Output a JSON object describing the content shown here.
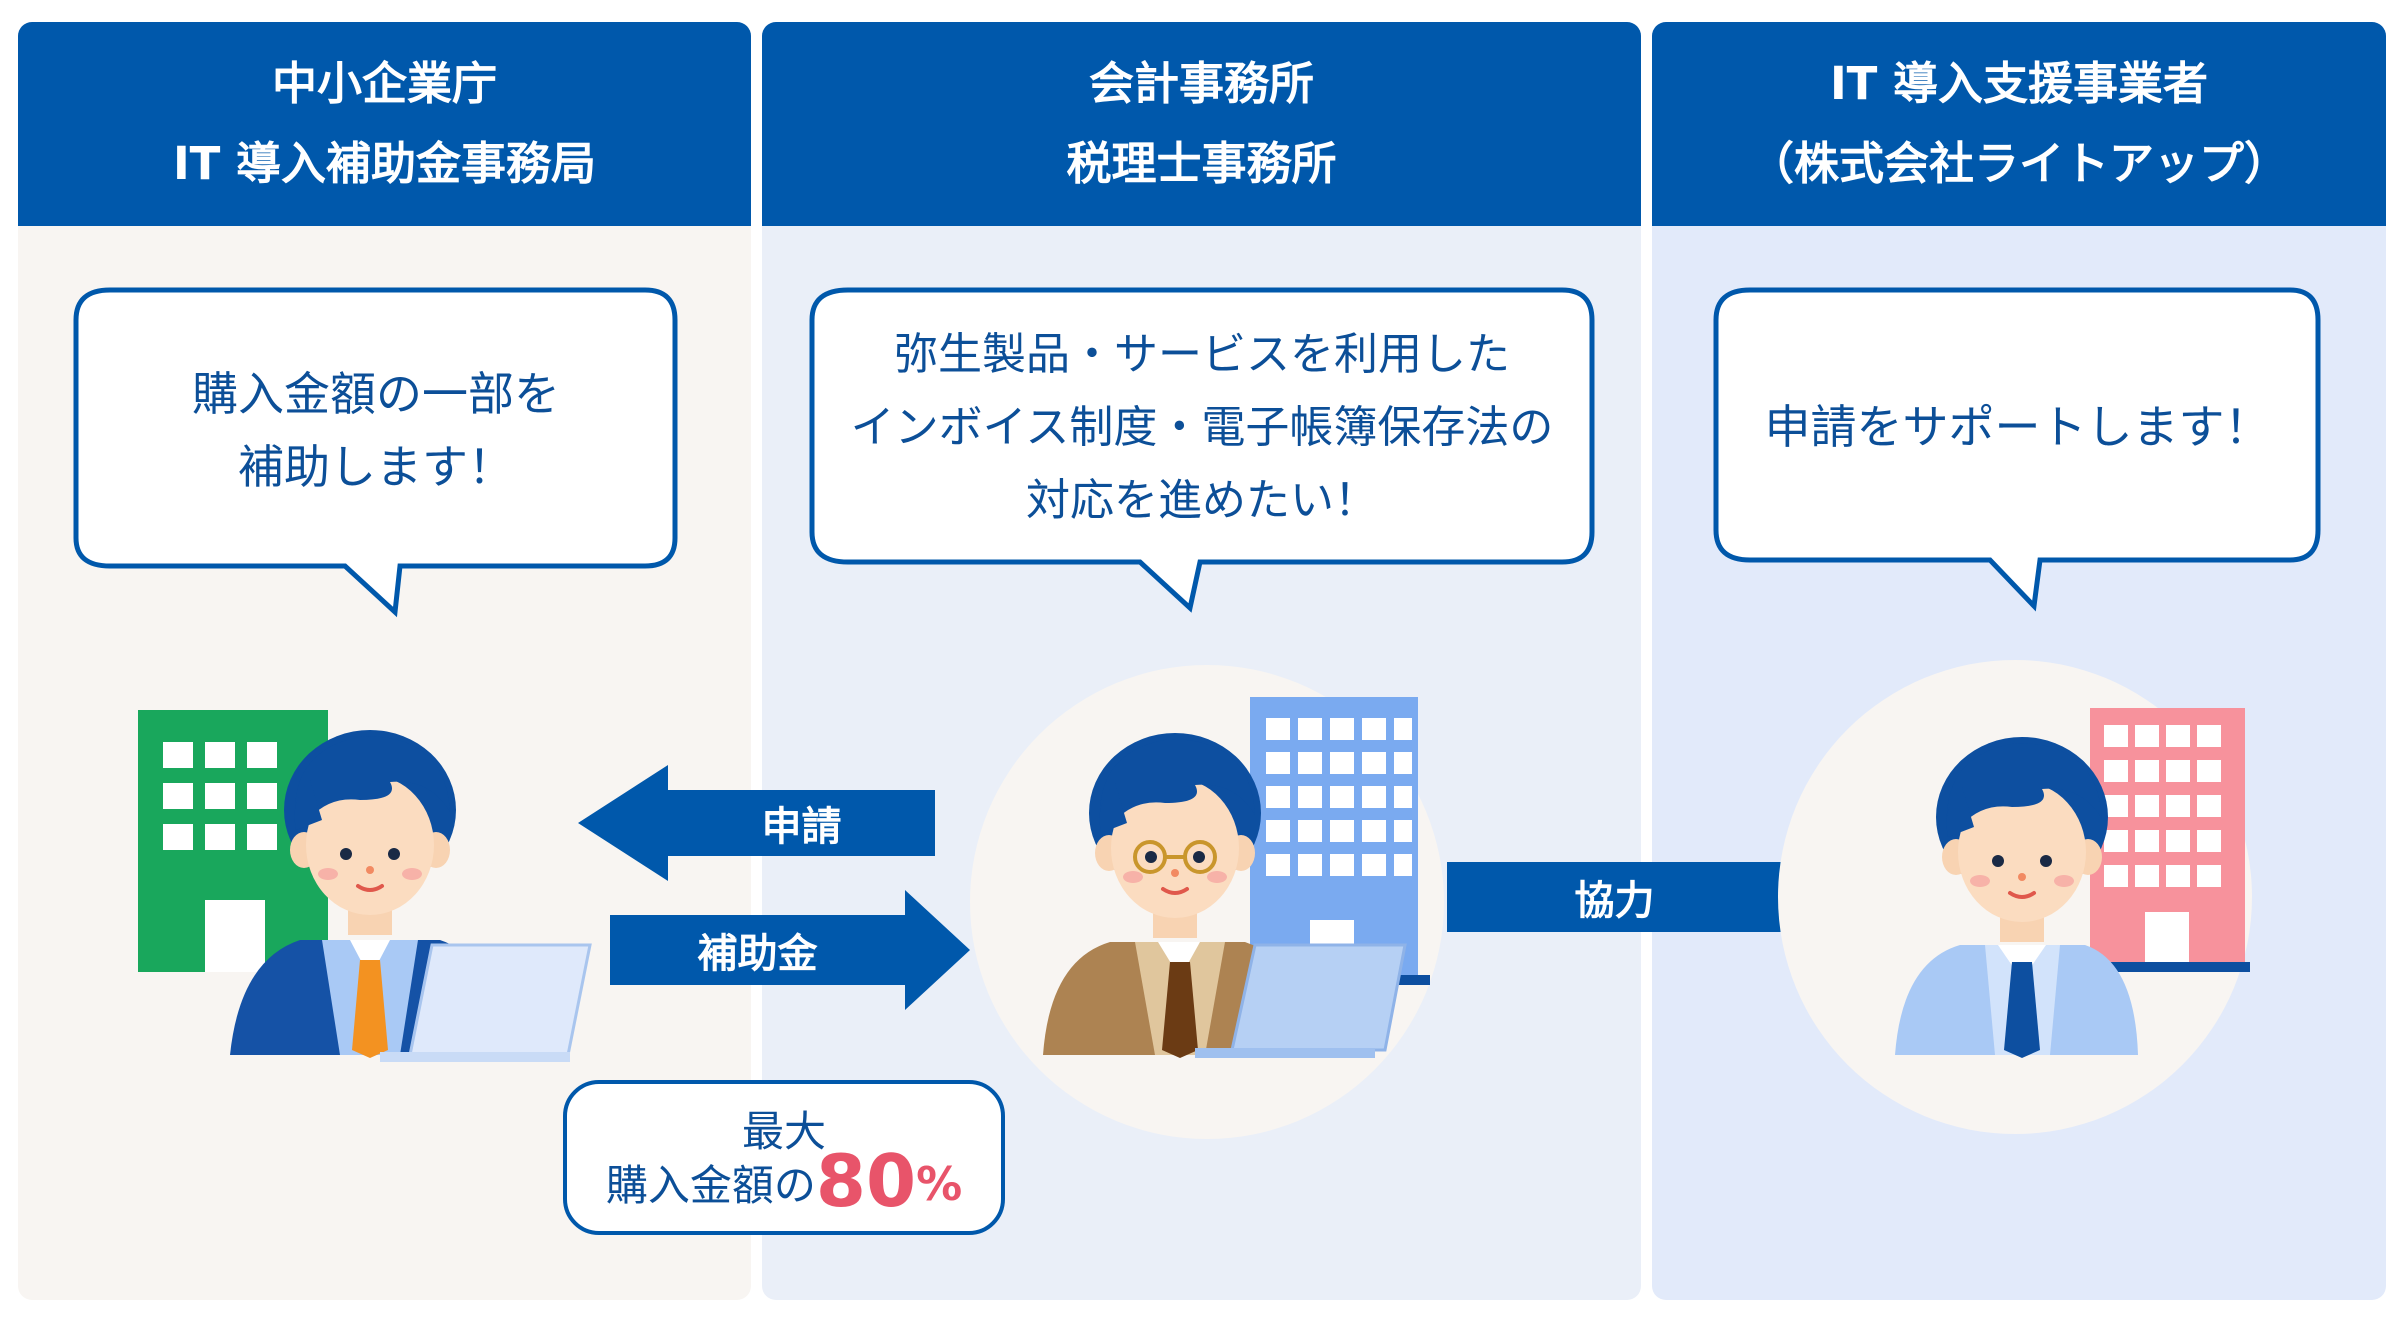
{
  "columns": [
    {
      "header_line1": "中小企業庁",
      "header_line2": "IT 導入補助金事務局",
      "bubble_lines": [
        "購入金額の一部を",
        "補助します！"
      ],
      "building_color": "#19a75c"
    },
    {
      "header_line1": "会計事務所",
      "header_line2": "税理士事務所",
      "bubble_lines": [
        "弥生製品・サービスを利用した",
        "インボイス制度・電子帳簿保存法の",
        "対応を進めたい！"
      ],
      "building_color": "#7aaaf0"
    },
    {
      "header_line1": "IT 導入支援事業者",
      "header_line2": "（株式会社ライトアップ）",
      "bubble_lines": [
        "申請をサポートします！"
      ],
      "building_color": "#f7929c"
    }
  ],
  "arrows": {
    "apply_label": "申請",
    "subsidy_label": "補助金",
    "cooperate_label": "協力"
  },
  "max_box": {
    "line1": "最大",
    "line2_prefix": "購入金額の",
    "value": "80",
    "unit": "%"
  },
  "colors": {
    "header_blue": "#0058ab",
    "text_blue": "#0c4f98",
    "accent_pink": "#e8546a"
  }
}
